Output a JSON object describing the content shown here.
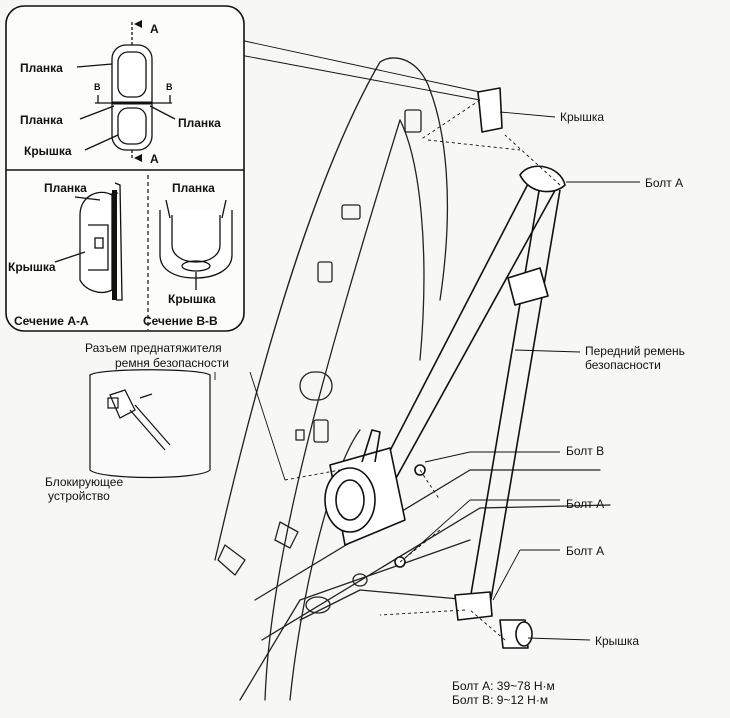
{
  "inset": {
    "letters": {
      "a": "A",
      "b": "B"
    },
    "labels": {
      "plate_top": "Планка",
      "plate_left": "Планка",
      "plate_right": "Планка",
      "cover_front": "Крышка",
      "plate_section_a": "Планка",
      "cover_section_a": "Крышка",
      "plate_section_b": "Планка",
      "cover_section_b": "Крышка"
    },
    "section_a": "Сечение A-A",
    "section_b": "Сечение B-B"
  },
  "callouts": {
    "cover_top": "Крышка",
    "bolt_a_top": "Болт A",
    "front_belt_line1": "Передний ремень",
    "front_belt_line2": "безопасности",
    "bolt_b": "Болт B",
    "bolt_a_middle": "Болт A",
    "bolt_a_bottom": "Болт A",
    "cover_bottom": "Крышка",
    "connector_line1": "Разъем преднатяжителя",
    "connector_line2": "ремня безопасности",
    "lock_line1": "Блокирующее",
    "lock_line2": "устройство"
  },
  "torque": {
    "bolt_a": "Болт A: 39~78 Н·м",
    "bolt_b": "Болт B: 9~12 Н·м"
  }
}
